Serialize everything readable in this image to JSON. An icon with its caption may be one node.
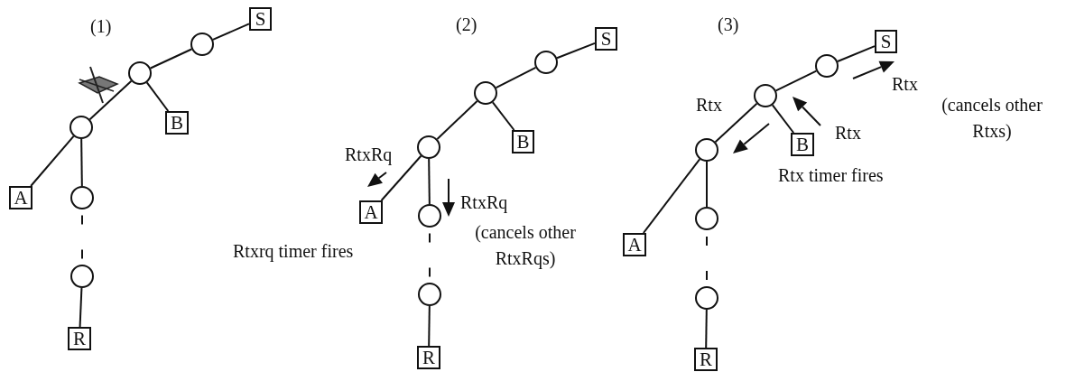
{
  "diagram": {
    "nodes": [
      {
        "text": [
          "S"
        ]
      },
      {
        "text": [],
        "shape": "circle"
      },
      {
        "text": [],
        "shape": "circle"
      },
      {
        "text": [
          "B"
        ]
      },
      {
        "text": [],
        "shape": "circle"
      },
      {
        "text": [
          "A"
        ]
      },
      {
        "text": [],
        "shape": "circle"
      },
      {
        "text": [],
        "shape": "circle"
      },
      {
        "text": [
          "R"
        ]
      },
      {
        "text": [
          "S"
        ]
      },
      {
        "text": [],
        "shape": "circle"
      },
      {
        "text": [],
        "shape": "circle"
      },
      {
        "text": [
          "B"
        ]
      },
      {
        "text": [],
        "shape": "circle"
      },
      {
        "text": [
          "A"
        ]
      },
      {
        "text": [],
        "shape": "circle"
      },
      {
        "text": [],
        "shape": "circle"
      },
      {
        "text": [
          "R"
        ]
      },
      {
        "text": [
          "S"
        ]
      },
      {
        "text": [],
        "shape": "circle"
      },
      {
        "text": [],
        "shape": "circle"
      },
      {
        "text": [
          "B"
        ]
      },
      {
        "text": [],
        "shape": "circle"
      },
      {
        "text": [
          "A"
        ]
      },
      {
        "text": [],
        "shape": "circle"
      },
      {
        "text": [],
        "shape": "circle"
      },
      {
        "text": [
          "R"
        ]
      }
    ],
    "edges": [
      {
        "from": 0,
        "to": 1,
        "arrow": "none"
      },
      {
        "from": 1,
        "to": 2,
        "arrow": "none"
      },
      {
        "from": 2,
        "to": 3,
        "arrow": "none"
      },
      {
        "from": 2,
        "to": 4,
        "arrow": "none"
      },
      {
        "from": 4,
        "to": 5,
        "arrow": "none"
      },
      {
        "from": 4,
        "to": 6,
        "arrow": "none"
      },
      {
        "from": 6,
        "to": 7,
        "arrow": "none",
        "style": "dashed"
      },
      {
        "from": 7,
        "to": 8,
        "arrow": "none"
      },
      {
        "from": 9,
        "to": 10,
        "arrow": "none"
      },
      {
        "from": 10,
        "to": 11,
        "arrow": "none"
      },
      {
        "from": 11,
        "to": 12,
        "arrow": "none"
      },
      {
        "from": 11,
        "to": 13,
        "arrow": "none"
      },
      {
        "from": 13,
        "to": 14,
        "arrow": "none"
      },
      {
        "from": 13,
        "to": 15,
        "arrow": "none"
      },
      {
        "from": 15,
        "to": 16,
        "arrow": "none",
        "style": "dashed"
      },
      {
        "from": 16,
        "to": 17,
        "arrow": "none"
      },
      {
        "from": 18,
        "to": 19,
        "arrow": "none"
      },
      {
        "from": 19,
        "to": 20,
        "arrow": "none"
      },
      {
        "from": 20,
        "to": 21,
        "arrow": "none"
      },
      {
        "from": 20,
        "to": 22,
        "arrow": "none"
      },
      {
        "from": 22,
        "to": 23,
        "arrow": "none"
      },
      {
        "from": 22,
        "to": 24,
        "arrow": "none"
      },
      {
        "from": 24,
        "to": 25,
        "arrow": "none",
        "style": "dashed"
      },
      {
        "from": 25,
        "to": 26,
        "arrow": "none"
      }
    ],
    "labels": [
      "(1)",
      "(2)",
      "RtxRq",
      "RtxRq",
      "(cancels other RtxRqs)",
      "Rtxrq timer fires",
      "(3)",
      "Rtx",
      "(cancels other Rtxs)",
      "Rtx",
      "Rtx",
      "Rtx timer fires"
    ]
  }
}
